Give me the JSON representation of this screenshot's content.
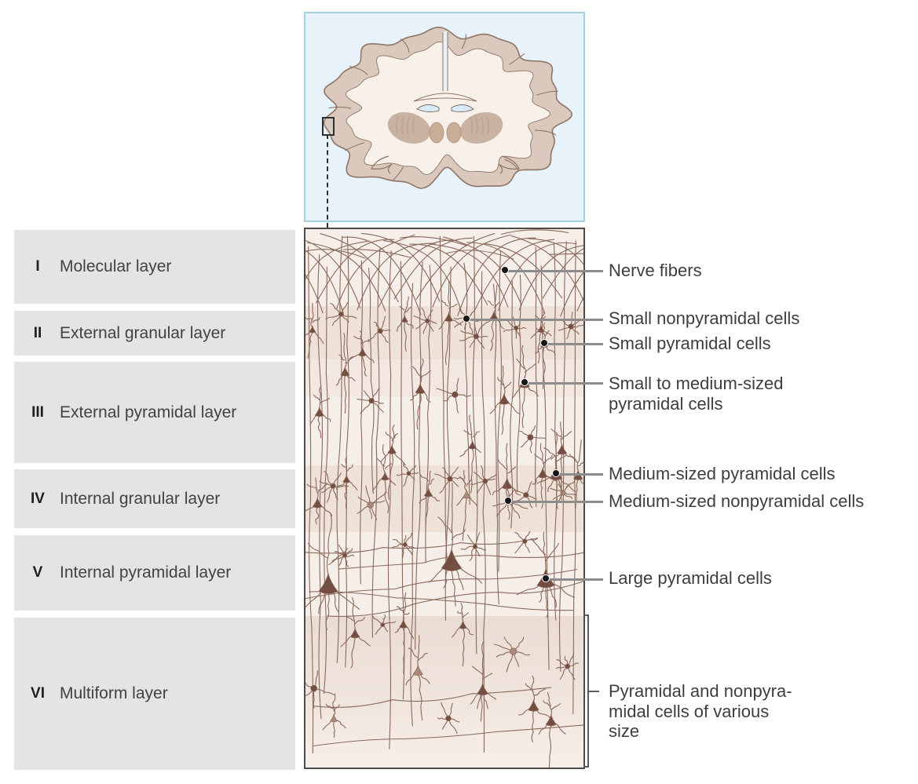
{
  "layer_panel": {
    "layers": [
      {
        "numeral": "I",
        "name": "Molecular layer"
      },
      {
        "numeral": "II",
        "name": "External granular layer"
      },
      {
        "numeral": "III",
        "name": "External pyramidal layer"
      },
      {
        "numeral": "IV",
        "name": "Internal granular layer"
      },
      {
        "numeral": "V",
        "name": "Internal pyramidal layer"
      },
      {
        "numeral": "VI",
        "name": "Multiform layer"
      }
    ]
  },
  "annotations": {
    "items": [
      {
        "label": "Nerve fibers"
      },
      {
        "label": "Small nonpyramidal cells"
      },
      {
        "label": "Small pyramidal cells"
      },
      {
        "label": "Small to medium-sized\npyramidal cells"
      },
      {
        "label": "Medium-sized pyramidal cells"
      },
      {
        "label": "Medium-sized nonpyramidal cells"
      },
      {
        "label": "Large pyramidal cells"
      },
      {
        "label": "Pyramidal and nonpyra-\nmidal cells of various\nsize"
      }
    ]
  },
  "colors": {
    "inset_bg": "#e7f2fa",
    "inset_border": "#a6d0e4",
    "panel_bg": "#f6efe9",
    "band": "#eee1d8",
    "label_box_bg": "#e4e4e4",
    "text": "#3e3e3e",
    "leader_line": "#8c8c8c",
    "marker_dot": "#161616",
    "neuron_line": "#8a695b",
    "neuron_soma": "#744e40",
    "soma_light": "#a9897a",
    "cortex": "#dcc9bd",
    "cortex_line": "#8f7566",
    "white_matter": "#f8f1e9",
    "deep_gray": "#cab2a0",
    "ventricle": "#d9ebf6"
  }
}
